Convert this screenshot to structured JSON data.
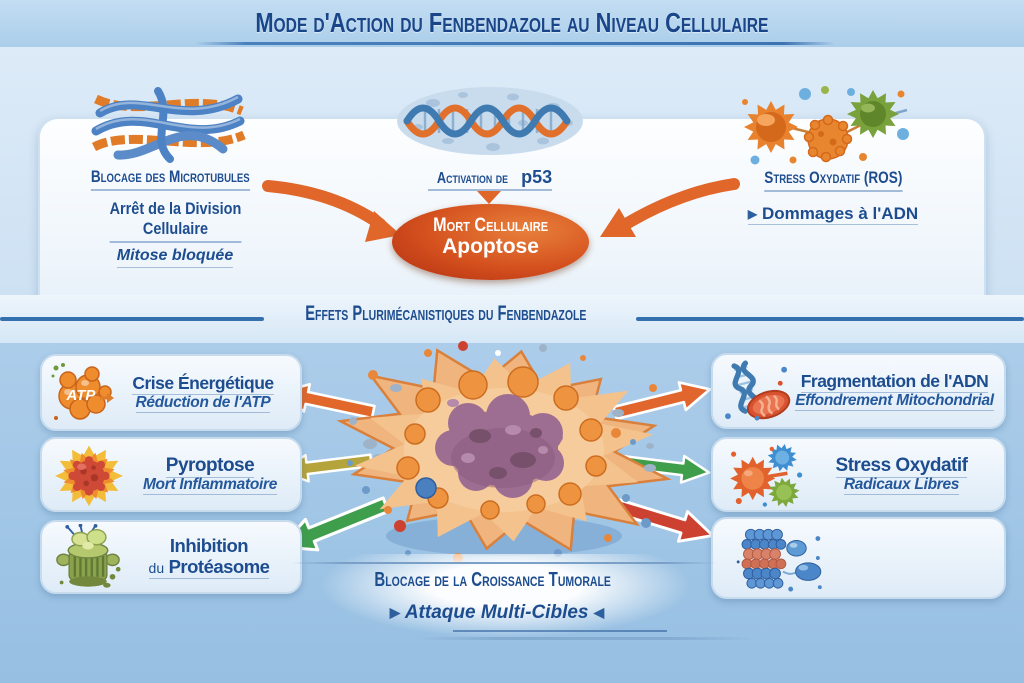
{
  "colors": {
    "navy_text": "#1d4d8f",
    "header_band": "#b7d4ee",
    "bottom_background": "#9fc4e4",
    "panel_background": "#f4f9fd",
    "box_border": "#c6dbee",
    "orange_arrow": "#e2672a",
    "olive_arrow": "#b5a43c",
    "green_arrow": "#3f9e4c",
    "red_arrow": "#cd4130",
    "apoptosis_oval_dark": "#b22d10",
    "apoptosis_oval_light": "#e8803b"
  },
  "header": {
    "title": "Mode d'Action du Fenbendazole au Niveau Cellulaire"
  },
  "mechanisms_panel": {
    "microtubules": {
      "icon": "microtubules-icon",
      "title": "Blocage des Microtubules",
      "effect_line1": "Arrêt de la Division",
      "effect_line2": "Cellulaire",
      "note": "Mitose bloquée"
    },
    "p53": {
      "icon": "dna-p53-icon",
      "label": "Activation de",
      "gene": "p53"
    },
    "apoptosis": {
      "line1": "Mort Cellulaire",
      "line2": "Apoptose"
    },
    "oxidative_stress": {
      "icon": "ros-cells-icon",
      "title": "Stress Oxydatif (ROS)",
      "bullet": "▶",
      "note": "Dommages à l'ADN"
    }
  },
  "section_title": {
    "title": "Effets Plurimécanistiques du Fenbendazole"
  },
  "effects": {
    "left": [
      {
        "icon": "atp-icon",
        "icon_label": "ATP",
        "title": "Crise Énergétique",
        "subtitle": "Réduction de l'ATP"
      },
      {
        "icon": "pyroptosis-icon",
        "title": "Pyroptose",
        "subtitle": "Mort Inflammatoire"
      },
      {
        "icon": "proteasome-icon",
        "title": "Inhibition",
        "line2_small": "du",
        "line2_bold": "Protéasome"
      }
    ],
    "right": [
      {
        "icon": "dna-mitochondria-icon",
        "title": "Fragmentation de l'ADN",
        "subtitle": "Effondrement Mitochondrial"
      },
      {
        "icon": "free-radicals-icon",
        "title": "Stress Oxydatif",
        "subtitle": "Radicaux Libres"
      },
      {
        "icon": "molecule-stack-icon"
      }
    ]
  },
  "conclusion": {
    "title": "Blocage de la Croissance Tumorale",
    "bullet_left": "▶",
    "subtitle": "Attaque Multi-Cibles",
    "bullet_right": "◀"
  }
}
